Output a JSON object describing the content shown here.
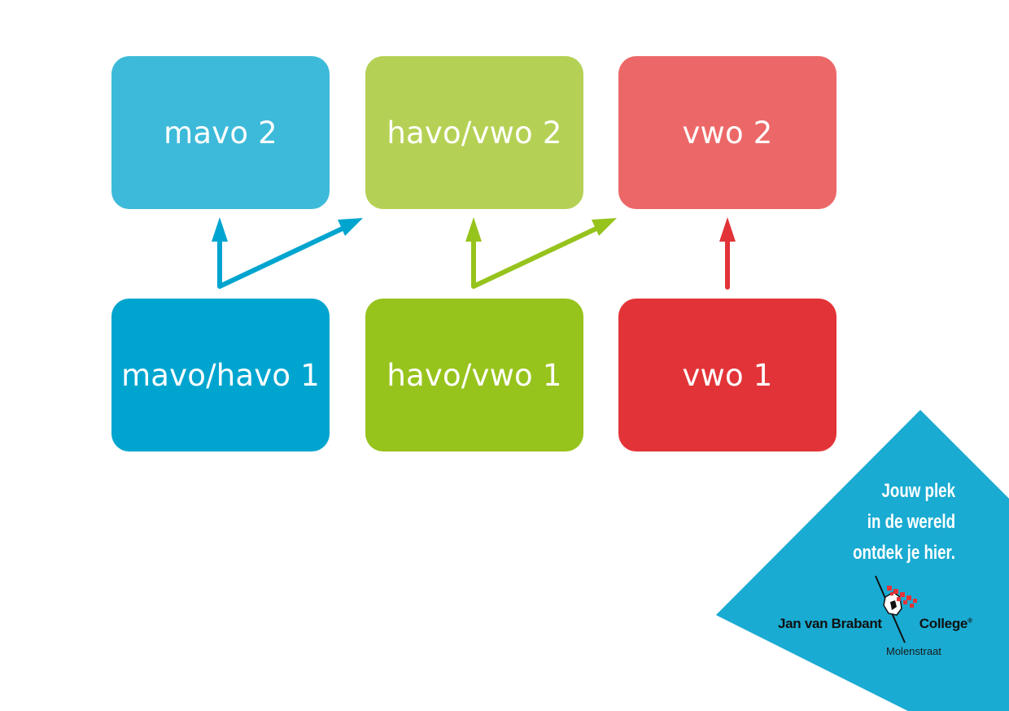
{
  "diagram": {
    "boxes": {
      "mavo2": {
        "label": "mavo 2",
        "color": "#3dbad9"
      },
      "havovwo2": {
        "label": "havo/vwo 2",
        "color": "#b5d155"
      },
      "vwo2": {
        "label": "vwo 2",
        "color": "#ec6868"
      },
      "mavohavo1": {
        "label": "mavo/havo 1",
        "color": "#00a5cf"
      },
      "havovwo1": {
        "label": "havo/vwo 1",
        "color": "#97c31d"
      },
      "vwo1": {
        "label": "vwo 1",
        "color": "#e23438"
      }
    },
    "edges": [
      {
        "from": "mavo/havo 1",
        "to": "mavo 2",
        "color": "#00a5cf"
      },
      {
        "from": "mavo/havo 1",
        "to": "havo/vwo 2",
        "color": "#00a5cf"
      },
      {
        "from": "havo/vwo 1",
        "to": "havo/vwo 2",
        "color": "#97c31d"
      },
      {
        "from": "havo/vwo 1",
        "to": "vwo 2",
        "color": "#97c31d"
      },
      {
        "from": "vwo 1",
        "to": "vwo 2",
        "color": "#e23438"
      }
    ]
  },
  "branding": {
    "slogan": [
      "Jouw plek",
      "in de wereld",
      "ontdek je hier."
    ],
    "school_name_left": "Jan van Brabant",
    "school_name_right": "College",
    "registered_mark": "®",
    "location": "Molenstraat",
    "corner_color": "#1aabd2"
  }
}
